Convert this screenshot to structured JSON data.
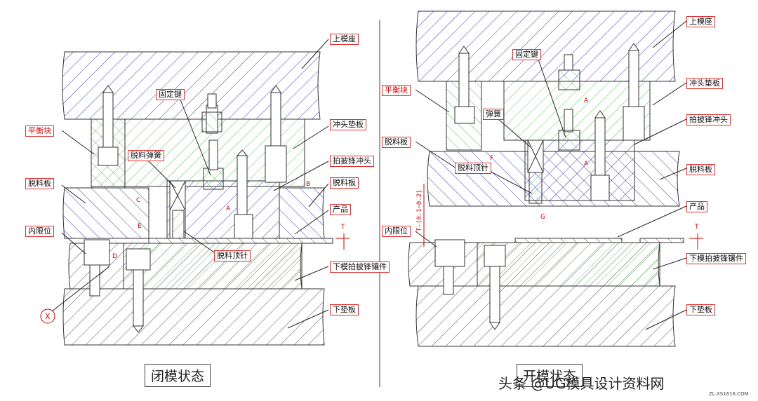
{
  "left_view": {
    "labels": {
      "upper_die_seat": "上模座",
      "balance_block": "平衡块",
      "fixed_key": "固定键",
      "punch_pad": "冲头垫板",
      "stripper_spring": "脱料弹簧",
      "flatten_punch": "拍披锋冲头",
      "stripper_plate_left": "脱料板",
      "stripper_plate_right": "脱料板",
      "product": "产品",
      "inner_limit": "内限位",
      "ejector_pin": "脱料顶针",
      "lower_insert": "下模拍披锋镶件",
      "lower_pad": "下垫板"
    },
    "markers": {
      "x_mark": "X",
      "dim_t": "T",
      "dim_a": "A",
      "dim_b": "B",
      "dim_c": "C",
      "dim_d": "D",
      "dim_e": "E"
    },
    "caption": "闭模状态"
  },
  "right_view": {
    "labels": {
      "upper_die_seat": "上模座",
      "balance_block": "平衡块",
      "fixed_key": "固定键",
      "punch_pad": "冲头垫板",
      "spring": "弹簧",
      "flatten_punch": "拍披锋冲头",
      "stripper_plate_left": "脱料板",
      "stripper_plate_right": "脱料板",
      "ejector_pin": "脱料顶针",
      "product": "产品",
      "inner_limit": "内限位",
      "lower_insert": "下模拍披锋镶件",
      "lower_pad": "下垫板"
    },
    "markers": {
      "dim_t": "T",
      "dim_a": "A",
      "dim_a2": "A",
      "dim_f": "F",
      "dim_g": "G",
      "vertical_dim": "T-(0.1~0.2)"
    },
    "caption": "开模状态"
  },
  "watermark": {
    "text": "头条 @UG模具设计资料网",
    "site": "ZL.XS1616.COM"
  },
  "colors": {
    "hatch_blue": "#3a3aa8",
    "hatch_green": "#5cbf5c",
    "hatch_gray": "#555555",
    "label_border": "#e03030",
    "dim_red": "#d00000"
  }
}
